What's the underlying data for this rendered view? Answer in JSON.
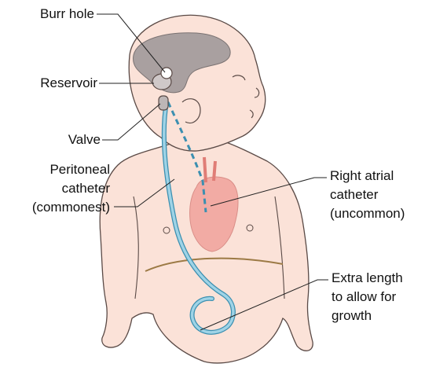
{
  "labels": {
    "burr_hole": "Burr hole",
    "reservoir": "Reservoir",
    "valve": "Valve",
    "peritoneal": [
      "Peritoneal",
      "catheter",
      "(commonest)"
    ],
    "right_atrial": [
      "Right atrial",
      "catheter",
      "(uncommon)"
    ],
    "extra_length": [
      "Extra length",
      "to allow for",
      "growth"
    ]
  },
  "colors": {
    "skin": "#fbe2d8",
    "skin_outline": "#5a4a46",
    "ventricle": "#a9a0a0",
    "heart": "#f2aba4",
    "catheter": "#9fd3e6",
    "catheter_outline": "#3b8fb0",
    "diaphragm": "#9c7a45",
    "leader": "#222222"
  }
}
